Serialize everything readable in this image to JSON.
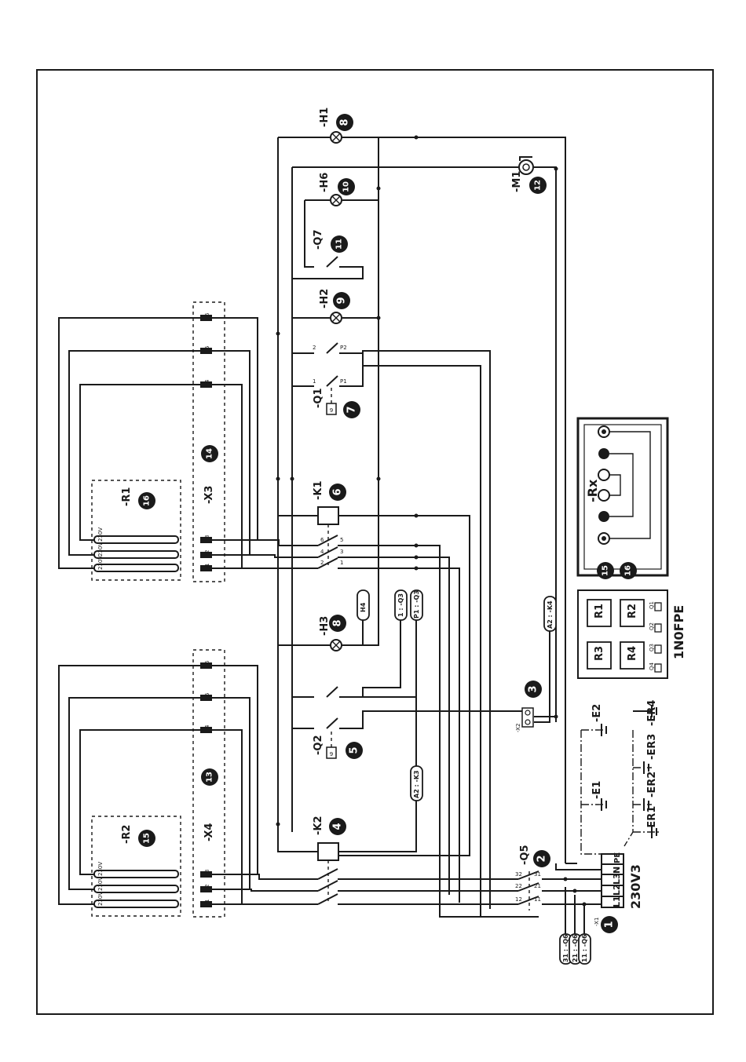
{
  "components": {
    "h1": "-H1",
    "h6": "-H6",
    "q7": "-Q7",
    "h2": "-H2",
    "q1": "-Q1",
    "k1": "-K1",
    "h3": "-H3",
    "q2": "-Q2",
    "k2": "-K2",
    "q5": "-Q5",
    "m1": "-M1",
    "r1": "-R1",
    "r2": "-R2",
    "x3": "-X3",
    "x4": "-X4",
    "x1": "-X1",
    "x2": "-X2",
    "rx": "-Rx",
    "e1": "-E1",
    "e2": "-E2",
    "er1": "-ER1",
    "er2": "-ER2",
    "er3": "-ER3",
    "er4": "-ER4"
  },
  "callouts": {
    "n1": "1",
    "n2": "2",
    "n3": "3",
    "n4": "4",
    "n5": "5",
    "n6": "6",
    "n7": "7",
    "n8a": "8",
    "n8b": "8",
    "n9": "9",
    "n10": "10",
    "n11": "11",
    "n12": "12",
    "n13": "13",
    "n14": "14",
    "n15a": "15",
    "n16a": "16",
    "n15b": "15",
    "n16b": "16"
  },
  "references": {
    "h4": "H4",
    "q3_1": "1 : -Q3",
    "q3_p1": "P1 : -Q3",
    "k3": "A2 : -K3",
    "k4": "A2 : -K4",
    "q6_31": "31 : -Q6",
    "q6_21": "21 : -Q6",
    "q6_11": "11 : -Q6"
  },
  "terminal_block": {
    "terminals": [
      "L1",
      "L2",
      "L3",
      "N",
      "PE"
    ],
    "voltage": "230V3"
  },
  "resistor_rating": "230V",
  "contact_terms": {
    "k_1": "1",
    "k_2": "2",
    "k_3": "3",
    "k_4": "4",
    "k_5": "5",
    "k_6": "6",
    "t2": "2",
    "t1": "1",
    "p1": "P1",
    "p2": "P2",
    "q5_12": "12",
    "q5_11": "11",
    "q5_22": "22",
    "q5_21": "21",
    "q5_32": "32",
    "q5_31": "31",
    "x4_t": [
      "1",
      "2",
      "3",
      "4",
      "5",
      "6"
    ],
    "x3_t": [
      "1",
      "2",
      "3",
      "4",
      "5",
      "6"
    ]
  },
  "selector": {
    "positions": [
      "R1",
      "R2",
      "R3",
      "R4"
    ],
    "switches": [
      "Q1",
      "Q2",
      "Q3",
      "Q4"
    ],
    "model": "1N0FPE"
  }
}
